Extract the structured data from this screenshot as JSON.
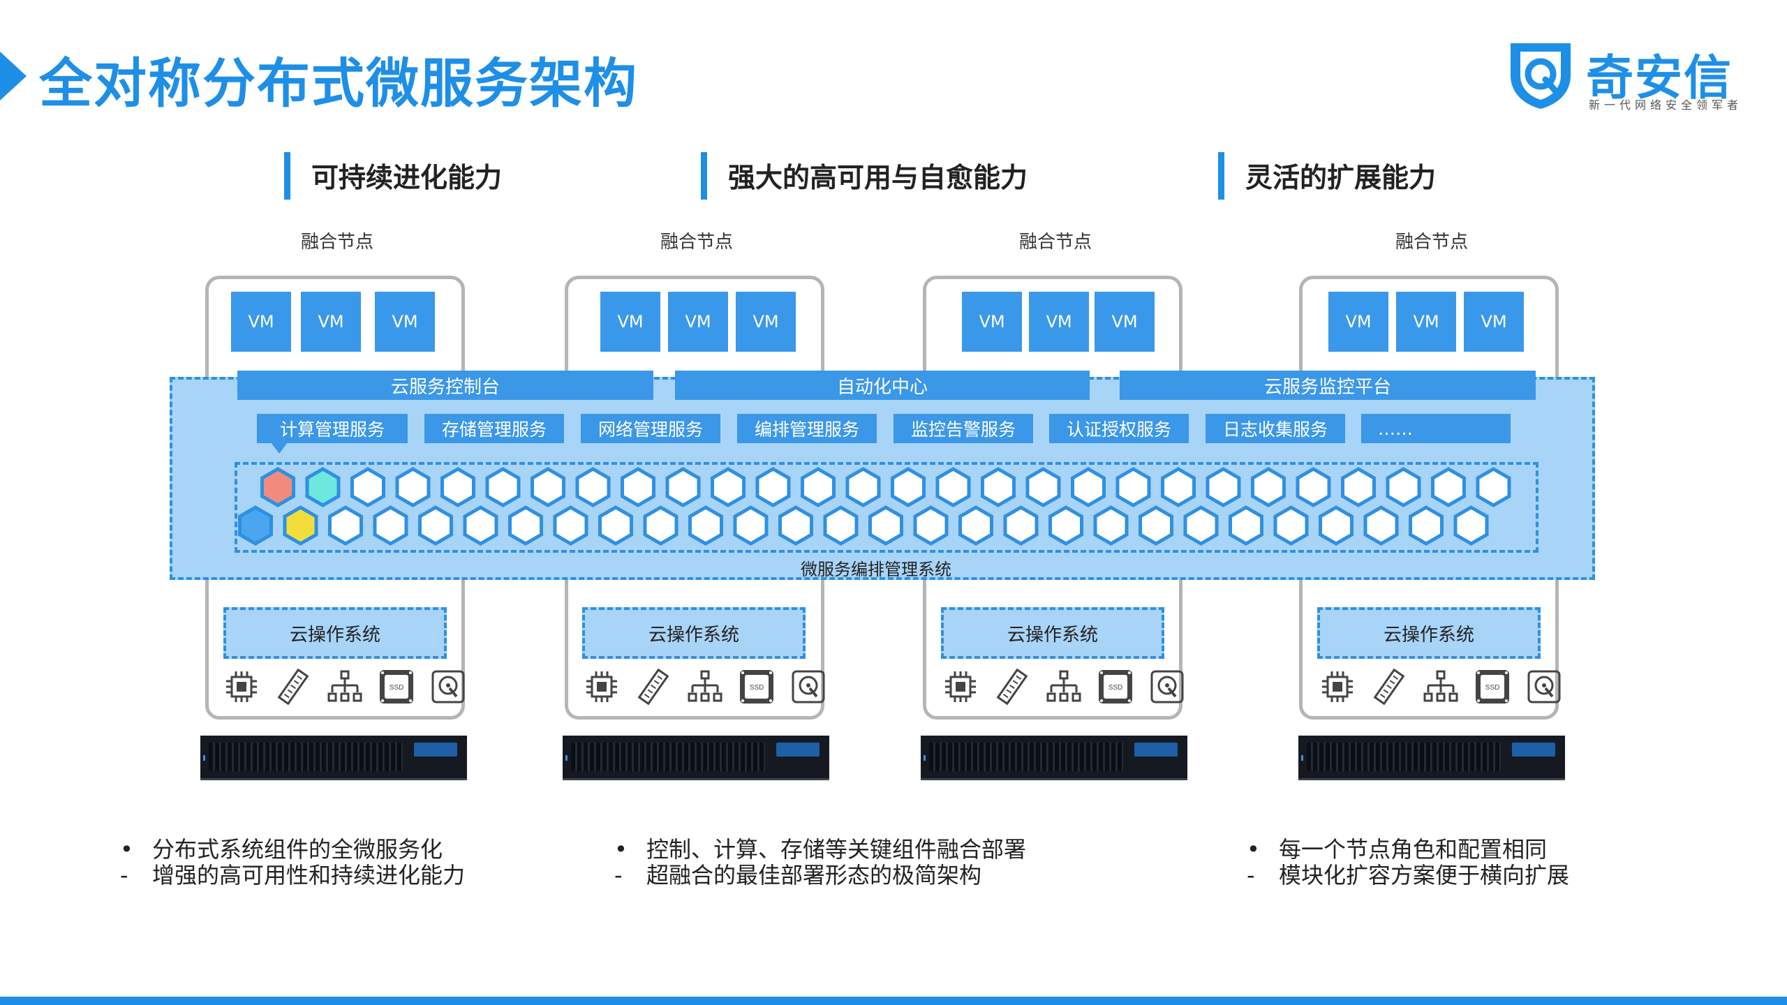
{
  "title": "全对称分布式微服务架构",
  "logo": {
    "name": "奇安信",
    "slogan": "新一代网络安全领军者",
    "letter": "Q"
  },
  "sections": [
    {
      "title": "可持续进化能力"
    },
    {
      "title": "强大的高可用与自愈能力"
    },
    {
      "title": "灵活的扩展能力"
    }
  ],
  "nodes": [
    {
      "label": "融合节点",
      "vms": [
        "VM",
        "VM",
        "VM"
      ],
      "os": "云操作系统"
    },
    {
      "label": "融合节点",
      "vms": [
        "VM",
        "VM",
        "VM"
      ],
      "os": "云操作系统"
    },
    {
      "label": "融合节点",
      "vms": [
        "VM",
        "VM",
        "VM"
      ],
      "os": "云操作系统"
    },
    {
      "label": "融合节点",
      "vms": [
        "VM",
        "VM",
        "VM"
      ],
      "os": "云操作系统"
    }
  ],
  "hardware": {
    "ssd_label": "SSD"
  },
  "platforms": [
    "云服务控制台",
    "自动化中心",
    "云服务监控平台"
  ],
  "services": [
    "计算管理服务",
    "存储管理服务",
    "网络管理服务",
    "编排管理服务",
    "监控告警服务",
    "认证授权服务",
    "日志收集服务",
    "……"
  ],
  "microservice_system": "微服务编排管理系统",
  "hex_colors": {
    "default_fill": "#ffffff",
    "stroke": "#2f90e2",
    "red": "#f28b7c",
    "cyan": "#6ee7df",
    "blue": "#4aa6ee",
    "yellow": "#f2dd3a"
  },
  "bullets": [
    {
      "main": "分布式系统组件的全微服务化",
      "sub": "增强的高可用性和持续进化能力"
    },
    {
      "main": "控制、计算、存储等关键组件融合部署",
      "sub": "超融合的最佳部署形态的极简架构"
    },
    {
      "main": "每一个节点角色和配置相同",
      "sub": "模块化扩容方案便于横向扩展"
    }
  ],
  "bullet_marks": {
    "dot": "•",
    "dash": "-"
  },
  "colors": {
    "accent": "#1e8fe6"
  }
}
